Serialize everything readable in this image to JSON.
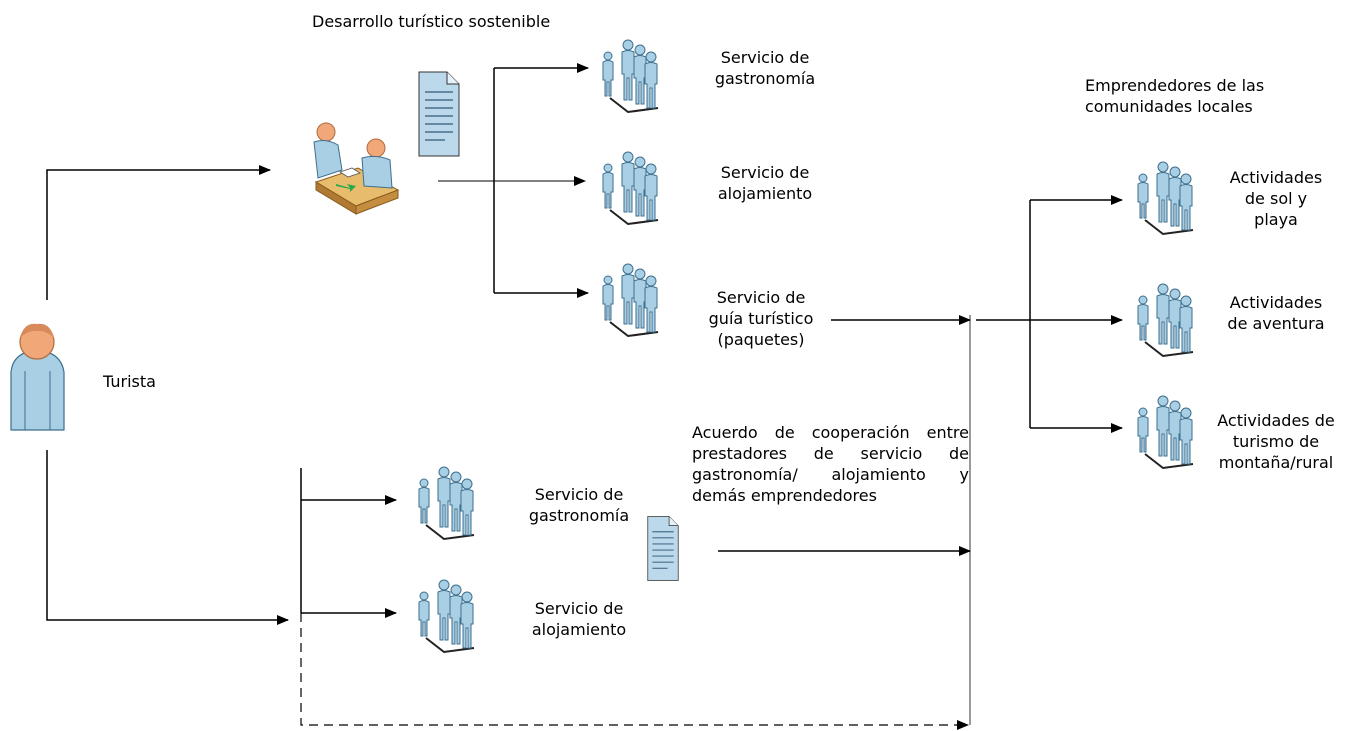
{
  "top_title": "Desarrollo turístico sostenible",
  "tourist": "Turista",
  "top_services": [
    "Servicio de\ngastronomía",
    "Servicio de\nalojamiento",
    "Servicio de\nguía turístico\n(paquetes)"
  ],
  "entrepreneurs_heading": "Emprendedores de las\ncomunidades locales",
  "activities": [
    "Actividades\nde sol y\nplaya",
    "Actividades\nde aventura",
    "Actividades de\nturismo de\nmontaña/rural"
  ],
  "agreement": "Acuerdo de cooperación entre prestadores de servicio de gastronomía/ alojamiento y demás emprendedores",
  "bottom_services": [
    "Servicio de\ngastronomía",
    "Servicio de\nalojamiento"
  ],
  "icon_names": [
    "person-icon",
    "meeting-desk-icon",
    "document-icon",
    "people-group-icon"
  ],
  "colors": {
    "figure_fill": "#a9cfe5",
    "figure_stroke": "#3d6f8e",
    "skin": "#f0a878",
    "desk": "#d8a656",
    "line": "#000000"
  }
}
